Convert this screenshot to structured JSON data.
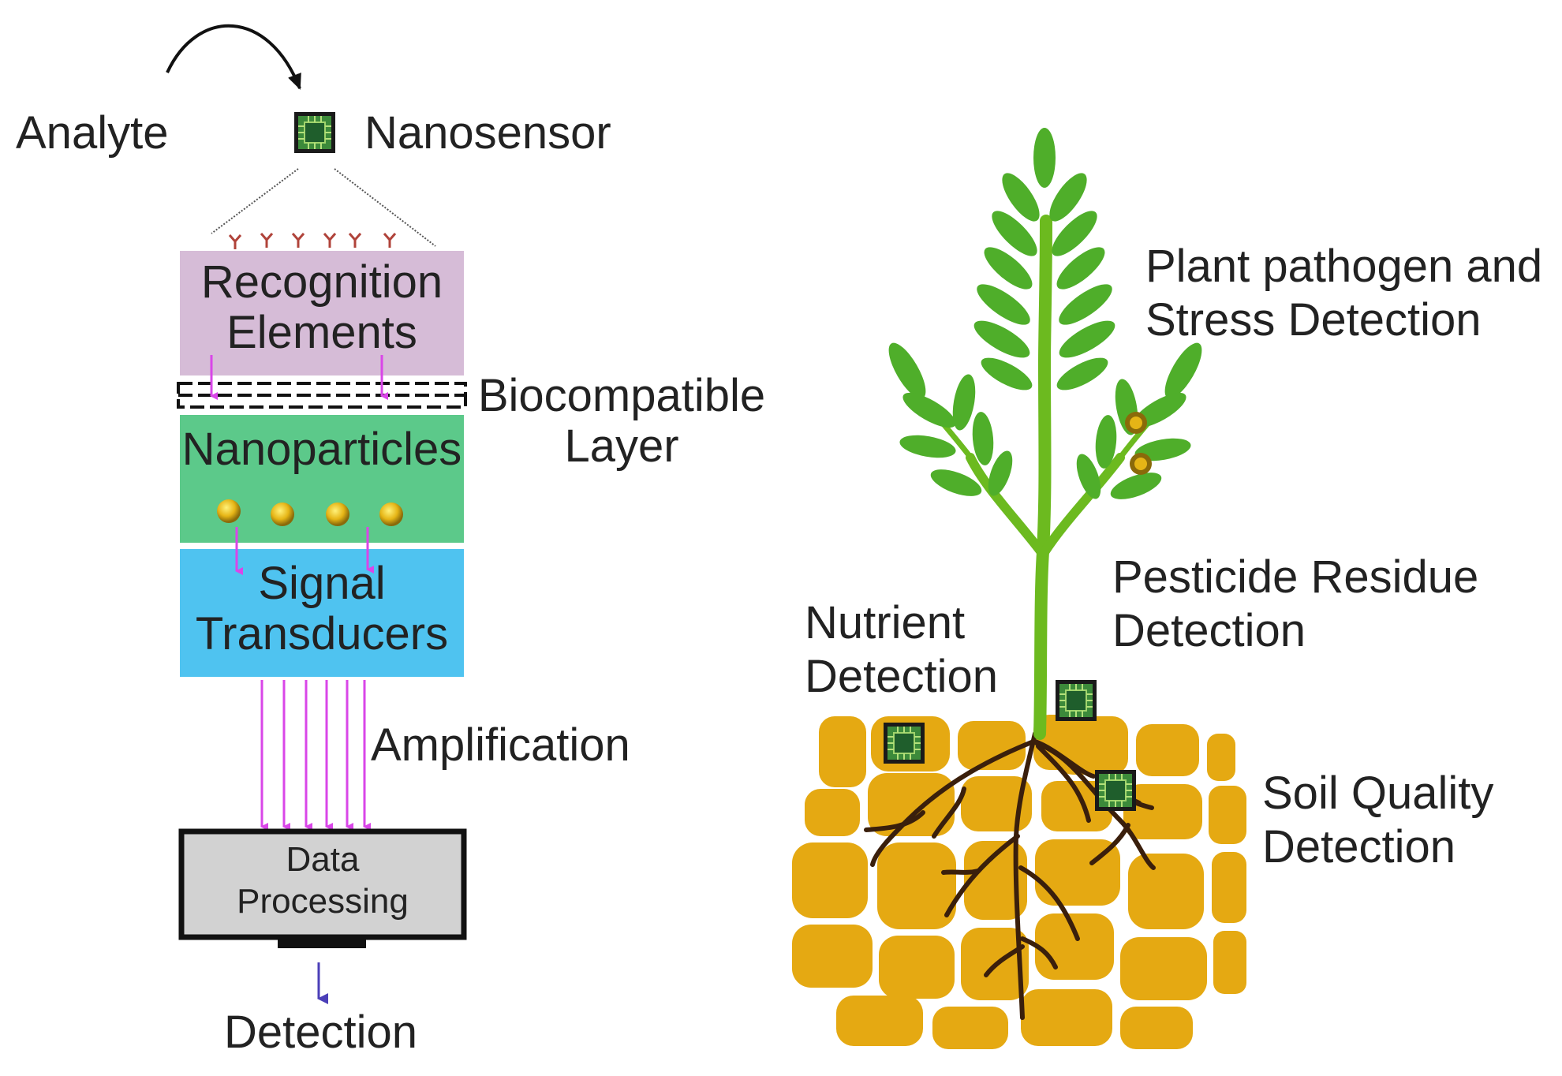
{
  "left_diagram": {
    "analyte": "Analyte",
    "nanosensor": "Nanosensor",
    "recognition_line1": "Recognition",
    "recognition_line2": "Elements",
    "biocompatible_line1": "Biocompatible",
    "biocompatible_line2": "Layer",
    "nanoparticles": "Nanoparticles",
    "signal_line1": "Signal",
    "signal_line2": "Transducers",
    "amplification": "Amplification",
    "data_line1": "Data",
    "data_line2": "Processing",
    "detection": "Detection"
  },
  "right_diagram": {
    "pathogen_line1": "Plant pathogen and",
    "pathogen_line2": "Stress Detection",
    "pesticide_line1": "Pesticide Residue",
    "pesticide_line2": "Detection",
    "nutrient_line1": "Nutrient",
    "nutrient_line2": "Detection",
    "soil_line1": "Soil Quality",
    "soil_line2": "Detection"
  },
  "colors": {
    "recognition_box": "#d6bcd7",
    "nanoparticles_box": "#5cc98a",
    "signal_box": "#4fc3f0",
    "data_box": "#d2d2d2",
    "arrow_magenta": "#d946e8",
    "plant_green": "#6cba1f",
    "leaf_green": "#4fae2a",
    "soil_gold": "#e5a912",
    "root_brown": "#3a1f0c"
  }
}
